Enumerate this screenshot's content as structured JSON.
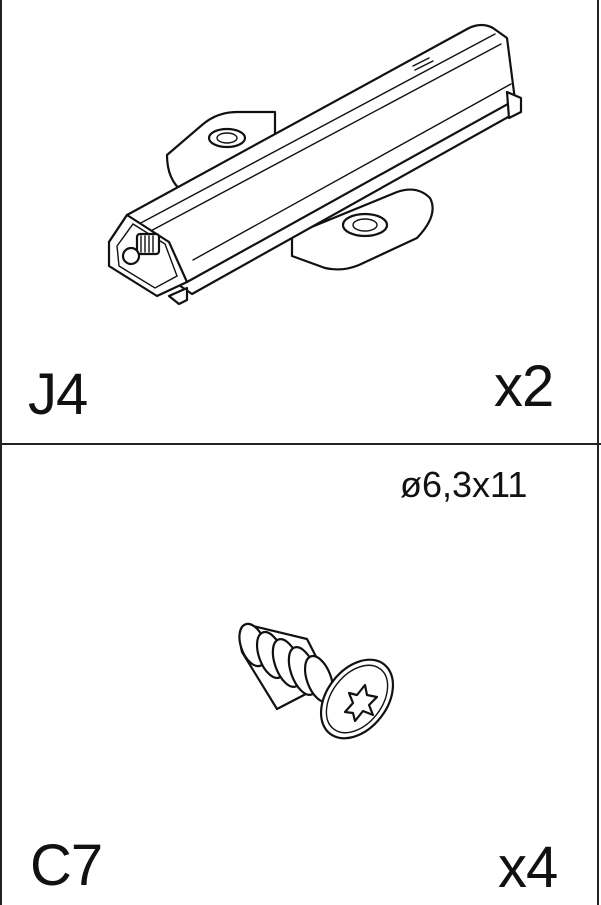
{
  "parts": [
    {
      "code": "J4",
      "quantity": "x2",
      "spec": ""
    },
    {
      "code": "C7",
      "quantity": "x4",
      "spec": "ø6,3x11"
    }
  ],
  "icons": {
    "part_1": "cabinet-connector-bracket-icon",
    "part_2": "euro-screw-icon"
  }
}
